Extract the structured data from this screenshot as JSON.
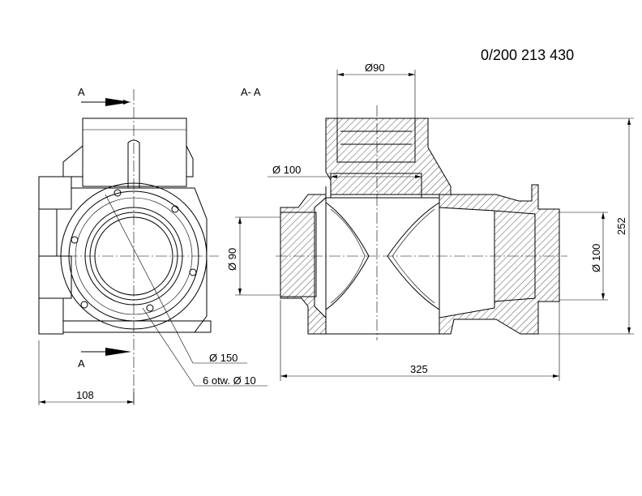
{
  "part_number": "0/200 213 430",
  "section_label": "A- A",
  "section_marker_top": "A",
  "section_marker_bottom": "A",
  "dimensions": {
    "top_inlet": "Ø90",
    "inner_bore": "Ø 100",
    "left_inlet": "Ø 90",
    "right_outlet": "Ø 100",
    "height": "252",
    "length": "325",
    "flange_circle": "Ø 150",
    "holes": "6 otw. Ø 10",
    "side_width": "108"
  }
}
